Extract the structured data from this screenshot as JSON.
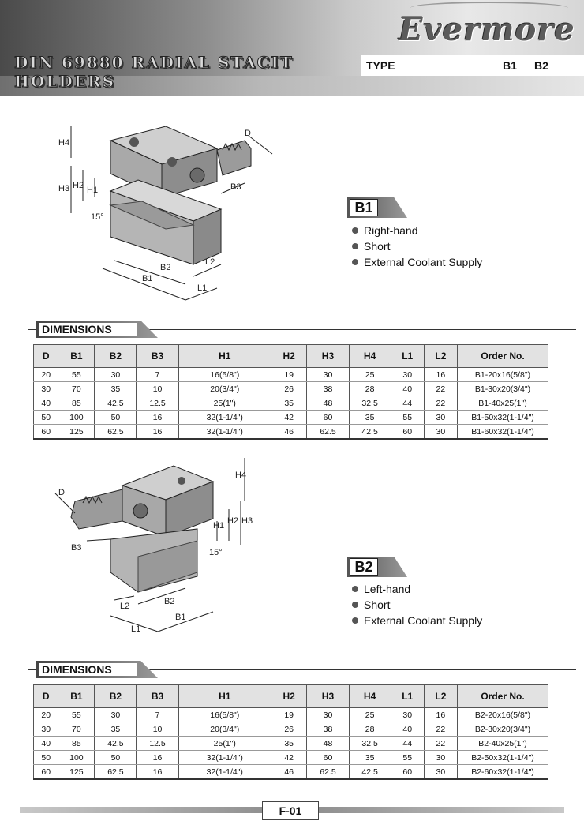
{
  "header": {
    "brand": "Evermore",
    "title": "DIN 69880 RADIAL STACIT HOLDERS",
    "type_label": "TYPE",
    "types": [
      "B1",
      "B2"
    ]
  },
  "b1": {
    "tag": "B1",
    "features": [
      "Right-hand",
      "Short",
      "External Coolant Supply"
    ],
    "drawing_labels": [
      "H4",
      "H3",
      "H2",
      "H1",
      "15°",
      "D",
      "B3",
      "B2",
      "B1",
      "L2",
      "L1"
    ]
  },
  "b2": {
    "tag": "B2",
    "features": [
      "Left-hand",
      "Short",
      "External Coolant Supply"
    ],
    "drawing_labels": [
      "H4",
      "H3",
      "H2",
      "H1",
      "15°",
      "D",
      "B3",
      "B2",
      "B1",
      "L2",
      "L1"
    ]
  },
  "dimensions_label": "DIMENSIONS",
  "columns": [
    "D",
    "B1",
    "B2",
    "B3",
    "H1",
    "H2",
    "H3",
    "H4",
    "L1",
    "L2",
    "Order No."
  ],
  "table_b1": [
    [
      "20",
      "55",
      "30",
      "7",
      "16(5/8\")",
      "19",
      "30",
      "25",
      "30",
      "16",
      "B1-20x16(5/8\")"
    ],
    [
      "30",
      "70",
      "35",
      "10",
      "20(3/4\")",
      "26",
      "38",
      "28",
      "40",
      "22",
      "B1-30x20(3/4\")"
    ],
    [
      "40",
      "85",
      "42.5",
      "12.5",
      "25(1\")",
      "35",
      "48",
      "32.5",
      "44",
      "22",
      "B1-40x25(1\")"
    ],
    [
      "50",
      "100",
      "50",
      "16",
      "32(1-1/4\")",
      "42",
      "60",
      "35",
      "55",
      "30",
      "B1-50x32(1-1/4\")"
    ],
    [
      "60",
      "125",
      "62.5",
      "16",
      "32(1-1/4\")",
      "46",
      "62.5",
      "42.5",
      "60",
      "30",
      "B1-60x32(1-1/4\")"
    ]
  ],
  "table_b2": [
    [
      "20",
      "55",
      "30",
      "7",
      "16(5/8\")",
      "19",
      "30",
      "25",
      "30",
      "16",
      "B2-20x16(5/8\")"
    ],
    [
      "30",
      "70",
      "35",
      "10",
      "20(3/4\")",
      "26",
      "38",
      "28",
      "40",
      "22",
      "B2-30x20(3/4\")"
    ],
    [
      "40",
      "85",
      "42.5",
      "12.5",
      "25(1\")",
      "35",
      "48",
      "32.5",
      "44",
      "22",
      "B2-40x25(1\")"
    ],
    [
      "50",
      "100",
      "50",
      "16",
      "32(1-1/4\")",
      "42",
      "60",
      "35",
      "55",
      "30",
      "B2-50x32(1-1/4\")"
    ],
    [
      "60",
      "125",
      "62.5",
      "16",
      "32(1-1/4\")",
      "46",
      "62.5",
      "42.5",
      "60",
      "30",
      "B2-60x32(1-1/4\")"
    ]
  ],
  "footer": {
    "page": "F-01"
  }
}
